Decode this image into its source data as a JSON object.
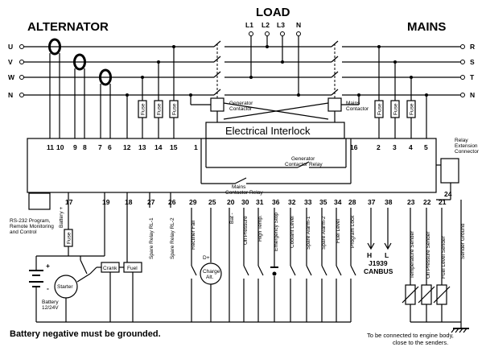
{
  "titles": {
    "alternator": "ALTERNATOR",
    "load": "LOAD",
    "mains": "MAINS"
  },
  "load_terminals": [
    "L1",
    "L2",
    "L3",
    "N"
  ],
  "alternator_lines": [
    "U",
    "V",
    "W",
    "N"
  ],
  "mains_lines": [
    "R",
    "S",
    "T",
    "N"
  ],
  "fuse_label": "Fuse",
  "contactors": {
    "generator": "Generator Contactor",
    "mains": "Mains Contactor",
    "interlock": "Electrical Interlock",
    "generator_relay": "Generator Contactor Relay",
    "mains_relay": "Mains Contactor Relay"
  },
  "top_terminals": [
    {
      "num": "11"
    },
    {
      "num": "10"
    },
    {
      "num": "9"
    },
    {
      "num": "8"
    },
    {
      "num": "7"
    },
    {
      "num": "6"
    },
    {
      "num": "12"
    },
    {
      "num": "13"
    },
    {
      "num": "14"
    },
    {
      "num": "15"
    },
    {
      "num": "1"
    },
    {
      "num": "16"
    },
    {
      "num": "2"
    },
    {
      "num": "3"
    },
    {
      "num": "4"
    },
    {
      "num": "5"
    }
  ],
  "relay_extension": {
    "label": "Relay Extension Connector",
    "terminal": "24"
  },
  "rs232": "RS-232 Program, Remote Monitoring and Control",
  "bottom_terminals": [
    {
      "num": "17",
      "label": "Battery +"
    },
    {
      "num": "19",
      "label": ""
    },
    {
      "num": "18",
      "label": ""
    },
    {
      "num": "27",
      "label": "Spare Relay RL-1"
    },
    {
      "num": "26",
      "label": "Spare Relay RL-2"
    },
    {
      "num": "29",
      "label": "Rectifier Fail"
    },
    {
      "num": "25",
      "label": "D+"
    },
    {
      "num": "20",
      "label": "Bat -"
    },
    {
      "num": "30",
      "label": "Oil Pressure"
    },
    {
      "num": "31",
      "label": "High Temp."
    },
    {
      "num": "36",
      "label": "Emergency Stop"
    },
    {
      "num": "32",
      "label": "Coolant Level"
    },
    {
      "num": "33",
      "label": "Spare Alarm-1"
    },
    {
      "num": "35",
      "label": "Spare Alarm-2"
    },
    {
      "num": "34",
      "label": "Fuel Level"
    },
    {
      "num": "28",
      "label": "Program Lock"
    },
    {
      "num": "37",
      "label": "H"
    },
    {
      "num": "38",
      "label": "L"
    },
    {
      "num": "23",
      "label": "Temperature Sender"
    },
    {
      "num": "22",
      "label": "Oil Pressure Sender"
    },
    {
      "num": "21",
      "label": "Fuel Level Sender"
    },
    {
      "num": "",
      "label": "Sender Ground"
    }
  ],
  "canbus": {
    "line1": "J1939",
    "line2": "CANBUS"
  },
  "components": {
    "crank": "Crank",
    "fuel": "Fuel",
    "starter": "Starter",
    "battery": "Battery 12/24V",
    "charge_alt": "Charge Alt.",
    "plus": "+",
    "minus": "-"
  },
  "footer": {
    "left": "Battery negative must be grounded.",
    "right_line1": "To be connected to engine body,",
    "right_line2": "close to the senders."
  }
}
